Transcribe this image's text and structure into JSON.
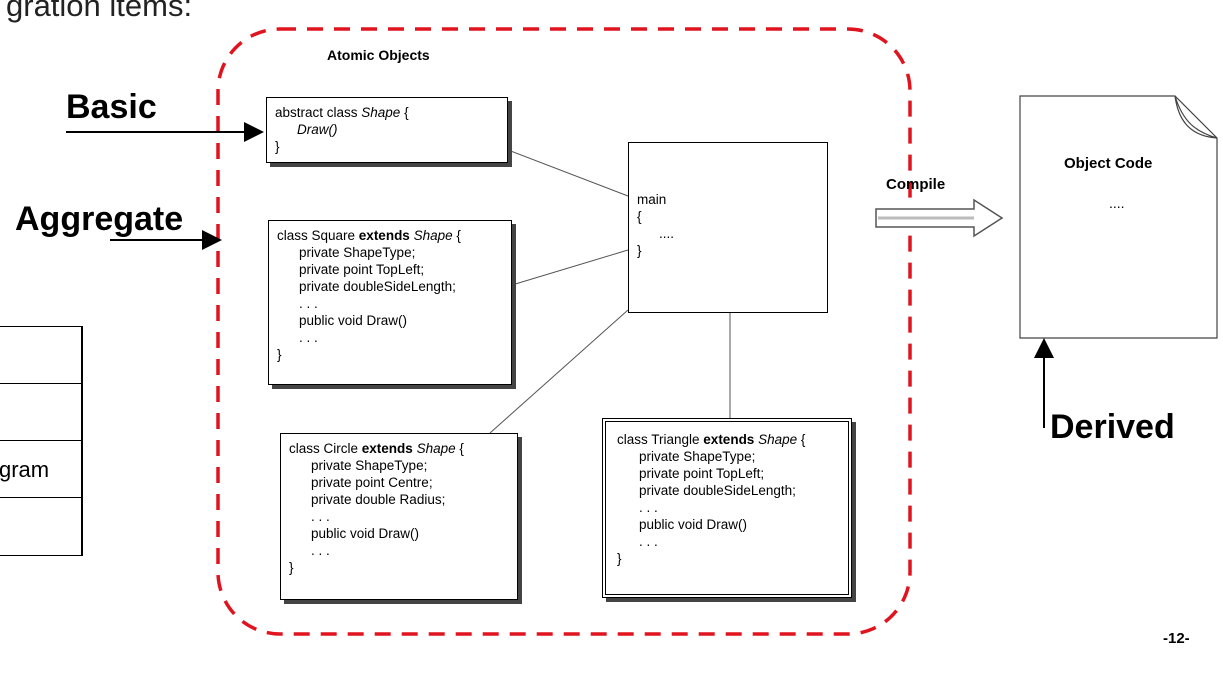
{
  "slide": {
    "title_fragment": "gration items:",
    "page_number": "-12-"
  },
  "labels": {
    "basic": "Basic",
    "aggregate": "Aggregate",
    "derived": "Derived",
    "compile": "Compile"
  },
  "atomic_group": {
    "title": "Atomic Objects",
    "border_color": "#e0141e"
  },
  "shape_box": {
    "lines": [
      "abstract class ",
      "Shape",
      " {",
      "Draw()",
      "}"
    ]
  },
  "square_box": {
    "header": {
      "pre": "class Square ",
      "kw": "extends",
      "type": "Shape",
      "post": " {"
    },
    "body": [
      "private ShapeType;",
      "private point TopLeft;",
      "private doubleSideLength;",
      ". . .",
      "public void Draw()",
      ". . ."
    ],
    "close": "}"
  },
  "circle_box": {
    "header": {
      "pre": "class Circle ",
      "kw": "extends",
      "type": "Shape",
      "post": " {"
    },
    "body": [
      "private ShapeType;",
      "private point Centre;",
      "private double Radius;",
      ". . .",
      "public void Draw()",
      ". . ."
    ],
    "close": "}"
  },
  "triangle_box": {
    "header": {
      "pre": "class Triangle ",
      "kw": "extends",
      "type": "Shape",
      "post": " {"
    },
    "body": [
      "private ShapeType;",
      "private point TopLeft;",
      "private doubleSideLength;",
      ". . .",
      "public void Draw()",
      ". . ."
    ],
    "close": "}"
  },
  "main_box": {
    "lines": [
      "main",
      "{",
      "....",
      "}"
    ]
  },
  "object_code": {
    "title": "Object Code",
    "content": "...."
  },
  "left_table": {
    "rows": [
      "",
      "",
      "gram",
      ""
    ]
  }
}
